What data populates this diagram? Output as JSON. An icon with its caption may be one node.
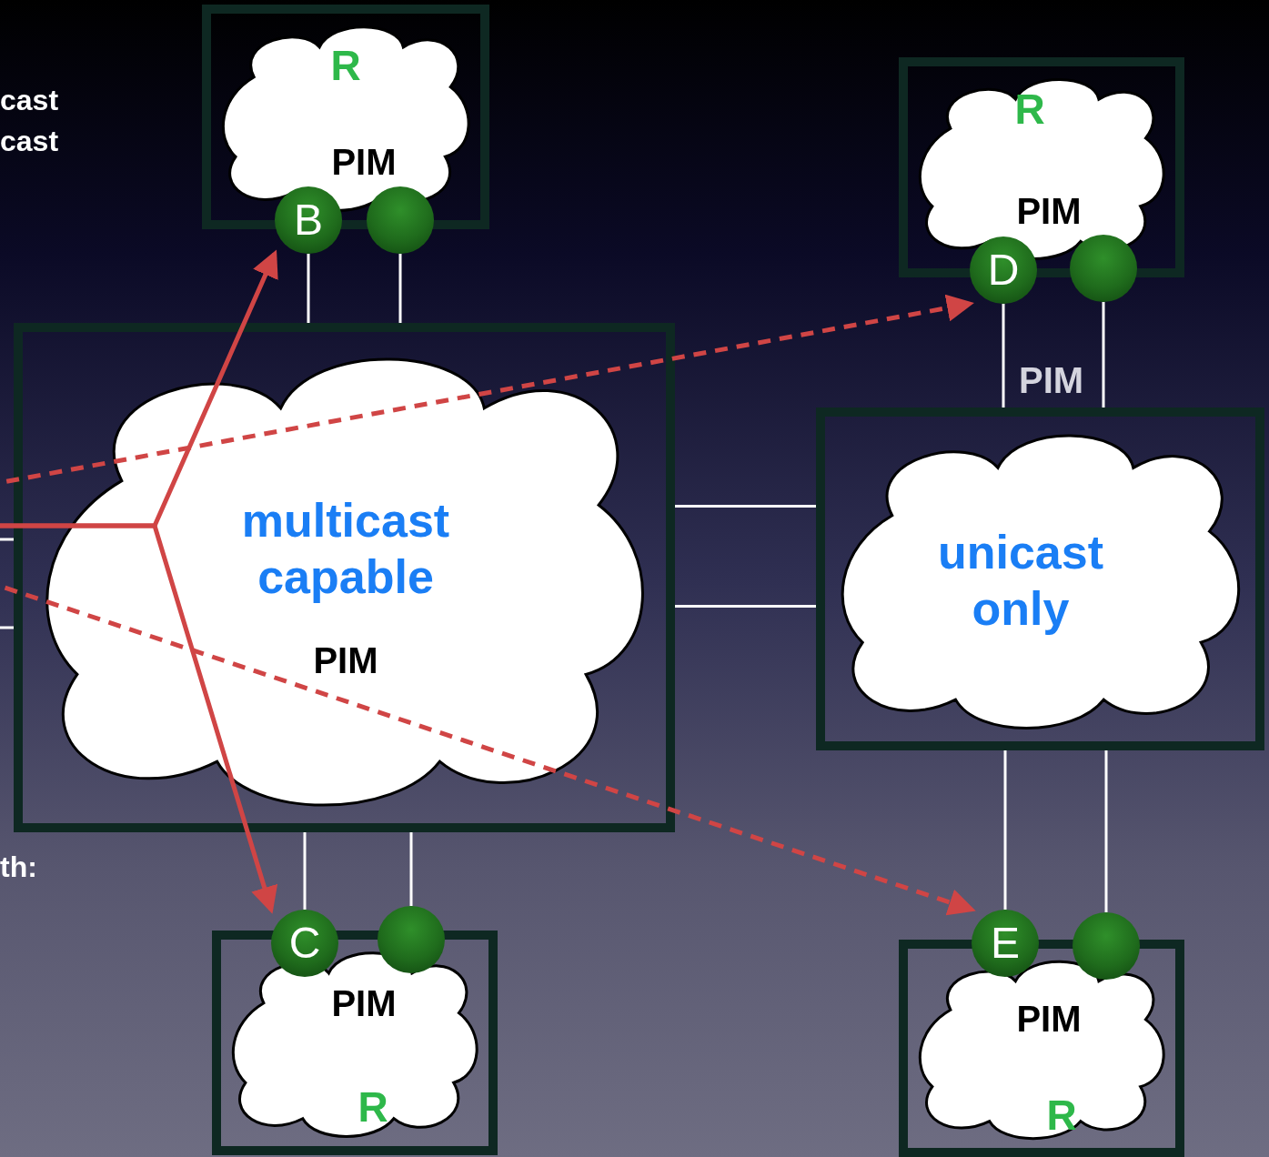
{
  "diagram": {
    "nodes": [
      {
        "text": [
          "R",
          "PIM"
        ]
      },
      {
        "text": [
          "B"
        ]
      },
      {
        "text": [],
        "shape": "circle"
      },
      {
        "text": [
          "R",
          "PIM"
        ]
      },
      {
        "text": [
          "D"
        ]
      },
      {
        "text": [],
        "shape": "circle"
      },
      {
        "text": [
          "multicast capable",
          "PIM"
        ]
      },
      {
        "text": [
          "unicast only"
        ]
      },
      {
        "text": [
          "PIM",
          "R"
        ]
      },
      {
        "text": [
          "C"
        ]
      },
      {
        "text": [],
        "shape": "circle"
      },
      {
        "text": [
          "PIM",
          "R"
        ]
      },
      {
        "text": [
          "E"
        ]
      },
      {
        "text": [],
        "shape": "circle"
      }
    ],
    "edges": [
      {
        "from": 1,
        "to": 6,
        "arrow": "none"
      },
      {
        "from": 2,
        "to": 6,
        "arrow": "none"
      },
      {
        "from": 4,
        "to": 7,
        "arrow": "none"
      },
      {
        "from": 5,
        "to": 7,
        "arrow": "none"
      },
      {
        "from": 6,
        "to": 7,
        "arrow": "none"
      },
      {
        "from": 6,
        "to": 7,
        "arrow": "none"
      },
      {
        "from": 9,
        "to": 6,
        "arrow": "none"
      },
      {
        "from": 10,
        "to": 6,
        "arrow": "none"
      },
      {
        "from": 12,
        "to": 7,
        "arrow": "none"
      },
      {
        "from": 13,
        "to": 7,
        "arrow": "none"
      },
      {
        "from": null,
        "to": 6,
        "arrow": "none"
      },
      {
        "from": null,
        "to": 6,
        "arrow": "none"
      },
      {
        "from": null,
        "to": 1,
        "arrow": "to",
        "color": "#d04545"
      },
      {
        "from": null,
        "to": 9,
        "arrow": "to",
        "color": "#d04545"
      },
      {
        "from": null,
        "to": 4,
        "arrow": "to",
        "style": "dashed",
        "color": "#d04545"
      },
      {
        "from": null,
        "to": 12,
        "arrow": "to",
        "style": "dashed",
        "color": "#d04545"
      }
    ],
    "labels": [
      "cast",
      "cast",
      "PIM",
      "th:"
    ]
  }
}
